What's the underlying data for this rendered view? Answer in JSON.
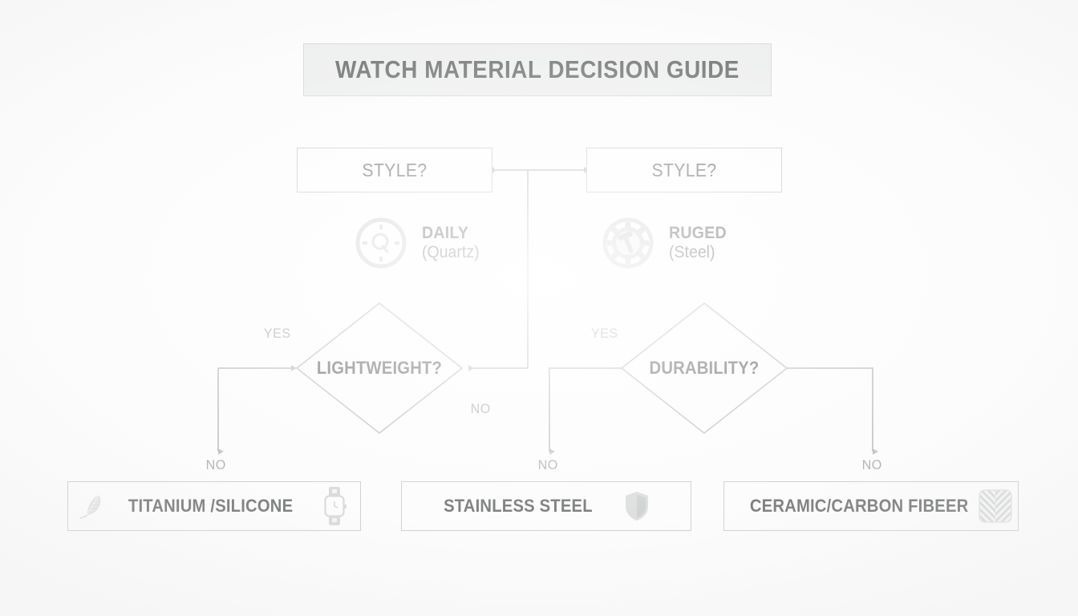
{
  "page": {
    "title": "WATCH MATERIAL DECISION GUIDE",
    "background_color": "#fdfdfd",
    "line_color": "#a9abab",
    "text_color": "#3a3c3c",
    "muted_text_color": "#8e9090",
    "title_box_color": "#e9eaea"
  },
  "decision_boxes": {
    "style_left": "STYLE?",
    "style_right": "STYLE?"
  },
  "legends": [
    {
      "icon": "watch-dial-quartz-icon",
      "line1": "DAILY",
      "line2": "(Quartz)"
    },
    {
      "icon": "gear-hammer-icon",
      "line1": "RUGED",
      "line2": "(Steel)"
    }
  ],
  "diamonds": [
    {
      "label": "LIGHTWEIGHT?"
    },
    {
      "label": "DURABILITY?"
    }
  ],
  "edge_labels": {
    "yes_left": "YES",
    "no_left_down": "NO",
    "no_center": "NO",
    "yes_right": "YES",
    "no_mid_down": "NO",
    "no_right": "NO"
  },
  "results": [
    {
      "label": "TITANIUM /SILICONE",
      "left_icon": "feather-icon",
      "right_icon": "wristwatch-icon"
    },
    {
      "label": "STAINLESS STEEL",
      "left_icon": "",
      "right_icon": "shield-icon"
    },
    {
      "label": "CERAMIC/CARBON FIBEER",
      "left_icon": "",
      "right_icon": "carbon-weave-icon"
    }
  ]
}
